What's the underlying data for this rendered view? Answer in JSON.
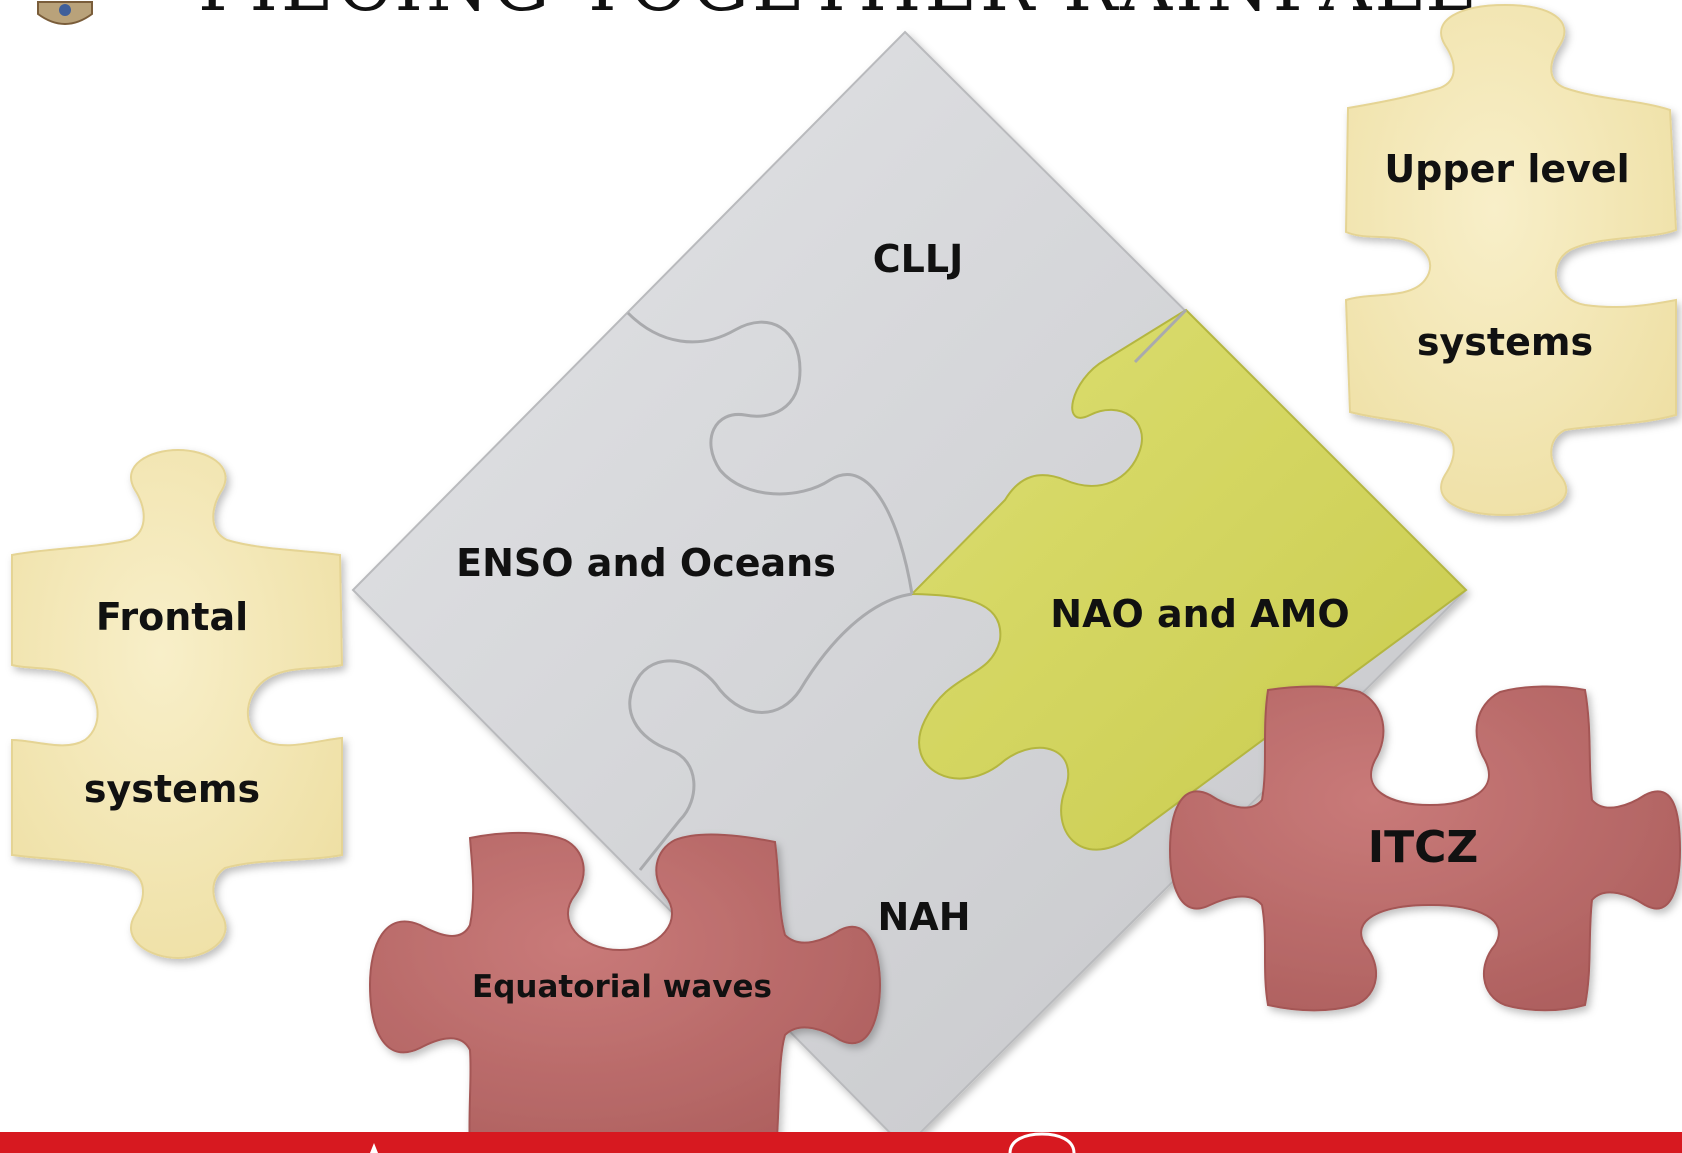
{
  "title": "PIECING TOGETHER RAINFALL",
  "center_pieces": {
    "top": "CLLJ",
    "left": "ENSO and Oceans",
    "right": "NAO and AMO",
    "bottom": "NAH"
  },
  "loose_pieces": {
    "upper_level": {
      "line1": "Upper level",
      "line2": "systems"
    },
    "frontal": {
      "line1": "Frontal",
      "line2": "systems"
    },
    "equatorial": "Equatorial waves",
    "itcz": "ITCZ"
  },
  "colors": {
    "gray_piece": "#d2d3d6",
    "yellow_piece": "#d4d65e",
    "cream_piece": "#f4e8b8",
    "red_piece": "#bf6e6d",
    "footer_bar": "#d71920"
  },
  "icons": [
    "university-crest-icon"
  ]
}
